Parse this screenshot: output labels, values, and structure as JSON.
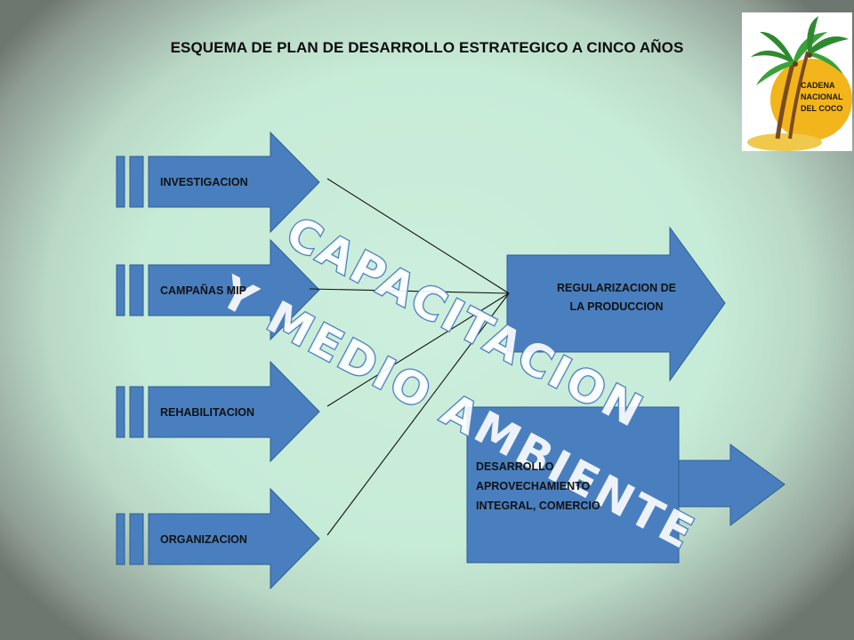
{
  "title": "ESQUEMA DE PLAN DE DESARROLLO ESTRATEGICO A CINCO AÑOS",
  "inputs": [
    {
      "label": "INVESTIGACION"
    },
    {
      "label": "CAMPAÑAS MIP"
    },
    {
      "label": "REHABILITACION"
    },
    {
      "label": "ORGANIZACION"
    }
  ],
  "output_arrow": {
    "line1": "REGULARIZACION DE",
    "line2": "LA PRODUCCION"
  },
  "output_box": {
    "line1": "DESARROLLO",
    "line2": "APROVECHAMIENTO",
    "line3": "INTEGRAL, COMERCIO"
  },
  "watermark": {
    "line1": "CAPACITACION",
    "line2": "Y MEDIO AMBIENTE"
  },
  "logo": {
    "text": "CADENA\nNACIONAL\nDEL COCO"
  },
  "colors": {
    "shape_fill": "#4a7fbf",
    "shape_stroke": "#2e5d93",
    "watermark_fill": "#ffffff",
    "watermark_stroke": "#4a7fbf"
  }
}
